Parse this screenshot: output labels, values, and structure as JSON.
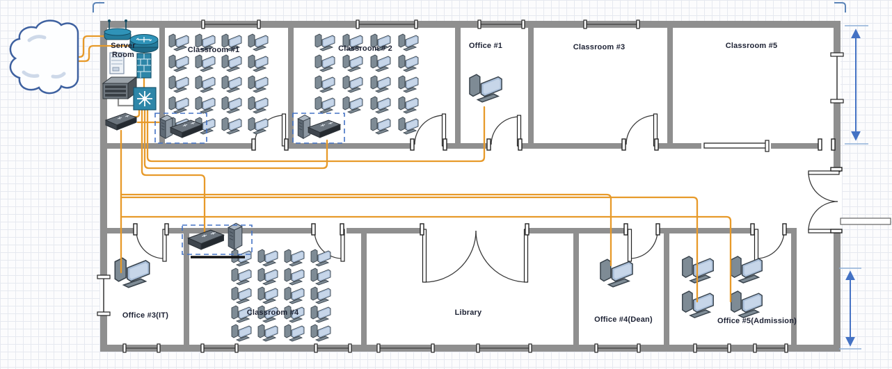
{
  "rooms": [
    {
      "id": "server-room",
      "label": "Server Room"
    },
    {
      "id": "classroom-1",
      "label": "Classroom #1"
    },
    {
      "id": "classroom-2",
      "label": "Classroom # 2"
    },
    {
      "id": "office-1",
      "label": "Office #1"
    },
    {
      "id": "classroom-3",
      "label": "Classroom #3"
    },
    {
      "id": "classroom-5",
      "label": "Classroom #5"
    },
    {
      "id": "office-3",
      "label": "Office #3(IT)"
    },
    {
      "id": "classroom-4",
      "label": "Classroom #4"
    },
    {
      "id": "library",
      "label": "Library"
    },
    {
      "id": "office-4",
      "label": "Office #4(Dean)"
    },
    {
      "id": "office-5",
      "label": "Office #5(Admission)"
    }
  ],
  "icons": {
    "cloud": "internet-cloud",
    "server_room_devices": [
      "wireless-access-point",
      "router",
      "server",
      "firewall",
      "rack-server",
      "hub-switch",
      "network-switch"
    ],
    "classroom_device_set": [
      "server-tower",
      "network-switch"
    ],
    "workstation": "desktop-computer",
    "floorplan": [
      "door",
      "double-door",
      "window",
      "dimension-arrow"
    ]
  },
  "pc_counts": {
    "classroom_1": 20,
    "classroom_2": 18,
    "classroom_4": 20,
    "office_1": 1,
    "office_3": 1,
    "office_4": 1,
    "office_5": 4
  },
  "selected_groups": [
    "classroom-1-switch",
    "classroom-2-switch",
    "classroom-4-switch"
  ],
  "colors": {
    "cable": "#E79A2A",
    "uplink_gray": "#8f8f8f",
    "wall": "#8f8f8f",
    "device_teal": "#2E86A8",
    "dimension_blue": "#4472C4",
    "selection_box": "#4472C4",
    "cloud_outline": "#3E61A0"
  }
}
